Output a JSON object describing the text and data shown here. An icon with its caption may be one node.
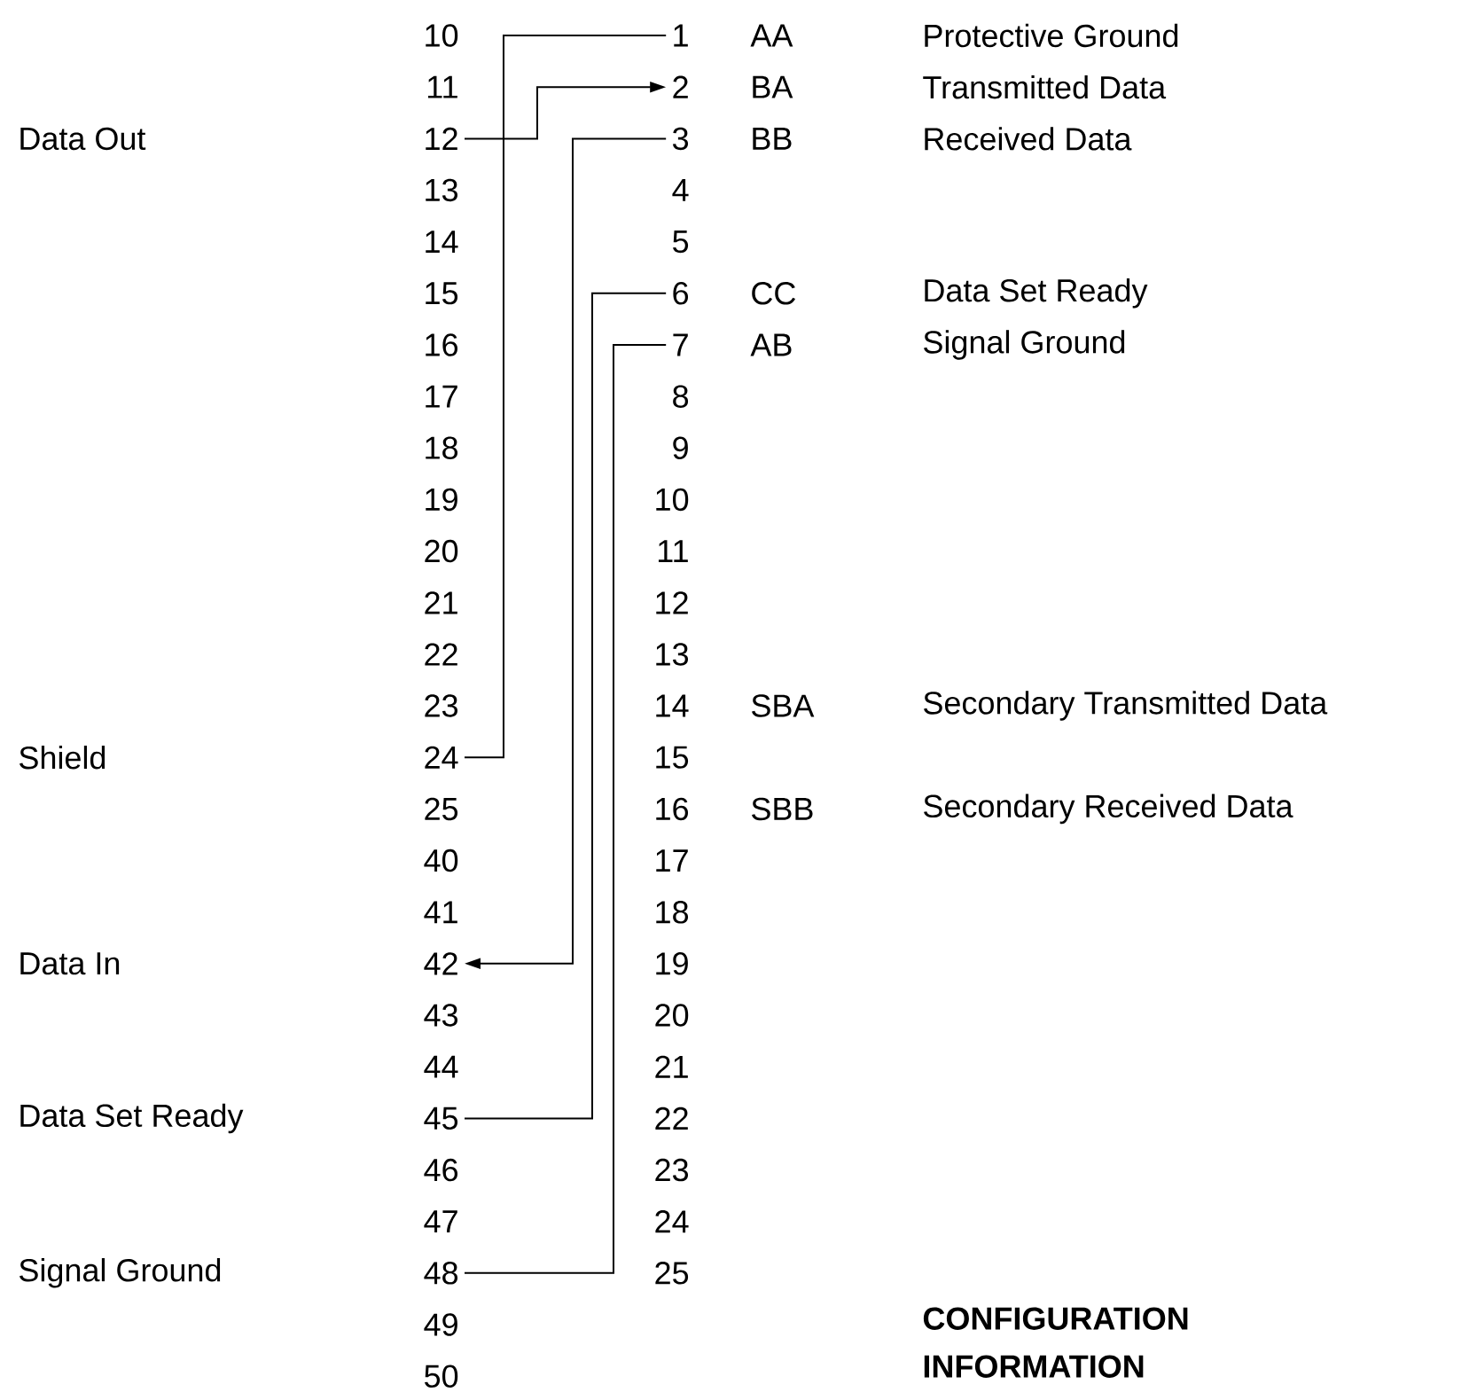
{
  "diagram": {
    "nodes": [
      {
        "text": [
          "10"
        ]
      },
      {
        "text": [
          "11"
        ]
      },
      {
        "text": [
          "12"
        ]
      },
      {
        "text": [
          "13"
        ]
      },
      {
        "text": [
          "14"
        ]
      },
      {
        "text": [
          "15"
        ]
      },
      {
        "text": [
          "16"
        ]
      },
      {
        "text": [
          "17"
        ]
      },
      {
        "text": [
          "18"
        ]
      },
      {
        "text": [
          "19"
        ]
      },
      {
        "text": [
          "20"
        ]
      },
      {
        "text": [
          "21"
        ]
      },
      {
        "text": [
          "22"
        ]
      },
      {
        "text": [
          "23"
        ]
      },
      {
        "text": [
          "24"
        ]
      },
      {
        "text": [
          "25"
        ]
      },
      {
        "text": [
          "40"
        ]
      },
      {
        "text": [
          "41"
        ]
      },
      {
        "text": [
          "42"
        ]
      },
      {
        "text": [
          "43"
        ]
      },
      {
        "text": [
          "44"
        ]
      },
      {
        "text": [
          "45"
        ]
      },
      {
        "text": [
          "46"
        ]
      },
      {
        "text": [
          "47"
        ]
      },
      {
        "text": [
          "48"
        ]
      },
      {
        "text": [
          "49"
        ]
      },
      {
        "text": [
          "50"
        ]
      },
      {
        "text": [
          "1"
        ],
        "beside": [
          "AA"
        ]
      },
      {
        "text": [
          "2"
        ],
        "beside": [
          "BA"
        ]
      },
      {
        "text": [
          "3"
        ],
        "beside": [
          "BB"
        ]
      },
      {
        "text": [
          "4"
        ]
      },
      {
        "text": [
          "5"
        ]
      },
      {
        "text": [
          "6"
        ],
        "beside": [
          "CC"
        ]
      },
      {
        "text": [
          "7"
        ],
        "beside": [
          "AB"
        ]
      },
      {
        "text": [
          "8"
        ]
      },
      {
        "text": [
          "9"
        ]
      },
      {
        "text": [
          "10"
        ]
      },
      {
        "text": [
          "11"
        ]
      },
      {
        "text": [
          "12"
        ]
      },
      {
        "text": [
          "13"
        ]
      },
      {
        "text": [
          "14"
        ],
        "beside": [
          "SBA"
        ]
      },
      {
        "text": [
          "15"
        ]
      },
      {
        "text": [
          "16"
        ],
        "beside": [
          "SBB"
        ]
      },
      {
        "text": [
          "17"
        ]
      },
      {
        "text": [
          "18"
        ]
      },
      {
        "text": [
          "19"
        ]
      },
      {
        "text": [
          "20"
        ]
      },
      {
        "text": [
          "21"
        ]
      },
      {
        "text": [
          "22"
        ]
      },
      {
        "text": [
          "23"
        ]
      },
      {
        "text": [
          "24"
        ]
      },
      {
        "text": [
          "25"
        ]
      }
    ],
    "edges": [
      {
        "from": 14,
        "to": 27,
        "arrow": "none"
      },
      {
        "from": 2,
        "to": 28,
        "arrow": "to"
      },
      {
        "from": 29,
        "to": 18,
        "arrow": "to"
      },
      {
        "from": 21,
        "to": 32,
        "arrow": "none"
      },
      {
        "from": 24,
        "to": 33,
        "arrow": "none"
      }
    ],
    "labels": [
      "Protective Ground",
      "Transmitted Data",
      "Data Out",
      "Received Data",
      "Data Set Ready",
      "Signal Ground",
      "Secondary Transmitted Data",
      "Shield",
      "Secondary Received Data",
      "Data In",
      "Data Set Ready",
      "Signal Ground",
      "CONFIGURATION INFORMATION"
    ]
  }
}
